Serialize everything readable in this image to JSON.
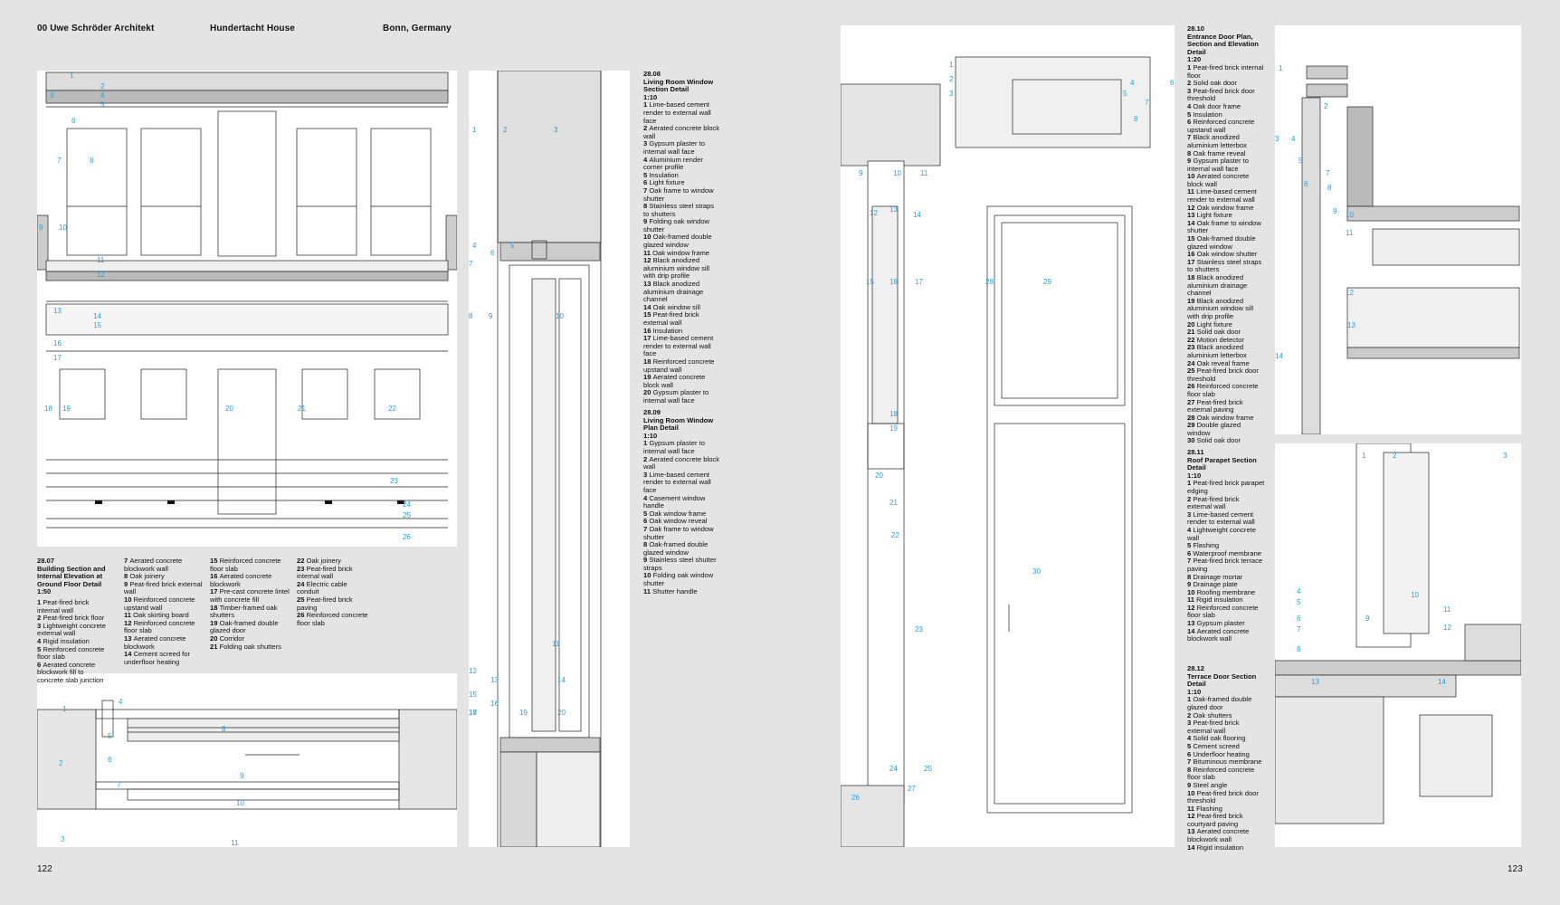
{
  "header": {
    "practice": "00 Uwe Schröder Architekt",
    "project": "Hundertacht House",
    "location": "Bonn, Germany"
  },
  "pages": {
    "left": "122",
    "right": "123"
  },
  "captions": [
    {
      "id": "c2807",
      "title": "28.07\nBuilding Section and Internal Elevation at Ground Floor Detail\n1:50",
      "items": [
        "1 Peat-fired brick internal wall",
        "2 Peat-fired brick floor",
        "3 Lightweight concrete external wall",
        "4 Rigid insulation",
        "5 Reinforced concrete floor slab",
        "6 Aerated concrete blockwork fill to concrete slab junction",
        "7 Aerated concrete blockwork wall",
        "8 Oak joinery",
        "9 Peat-fired brick external wall",
        "10 Reinforced concrete upstand wall",
        "11 Oak skirting board",
        "12 Reinforced concrete floor slab",
        "13 Aerated concrete blockwork",
        "14 Cement screed for underfloor heating",
        "15 Reinforced concrete floor slab",
        "16 Aerated concrete blockwork",
        "17 Pre-cast concrete lintel with concrete fill",
        "18 Timber-framed oak shutters",
        "19 Oak-framed double glazed door",
        "20 Corridor",
        "21 Folding oak shutters",
        "22 Oak joinery",
        "23 Peat-fired brick internal wall",
        "24 Electric cable conduit",
        "25 Peat-fired brick paving",
        "26 Reinforced concrete floor slab"
      ]
    },
    {
      "id": "c2808",
      "title": "28.08\nLiving Room Window Section Detail\n1:10",
      "items": [
        "1 Lime-based cement render to external wall face",
        "2 Aerated concrete block wall",
        "3 Gypsum plaster to internal wall face",
        "4 Aluminium render corner profile",
        "5 Insulation",
        "6 Light fixture",
        "7 Oak frame to window shutter",
        "8 Stainless steel straps to shutters",
        "9 Folding oak window shutter",
        "10 Oak-framed double glazed window",
        "11 Oak window frame",
        "12 Black anodized aluminium window sill with drip profile",
        "13 Black anodized aluminium drainage channel",
        "14 Oak window sill",
        "15 Peat-fired brick external wall",
        "16 Insulation",
        "17 Lime-based cement render to external wall face",
        "18 Reinforced concrete upstand wall",
        "19 Aerated concrete block wall",
        "20 Gypsum plaster to internal wall face"
      ]
    },
    {
      "id": "c2809",
      "title": "28.09\nLiving Room Window Plan Detail\n1:10",
      "items": [
        "1 Gypsum plaster to internal wall face",
        "2 Aerated concrete block wall",
        "3 Lime-based cement render to external wall face",
        "4 Casement window handle",
        "5 Oak window frame",
        "6 Oak window reveal",
        "7 Oak frame to window shutter",
        "8 Oak-framed double glazed window",
        "9 Stainless steel shutter straps",
        "10 Folding oak window shutter",
        "11 Shutter handle"
      ]
    },
    {
      "id": "c2810",
      "title": "28.10\nEntrance Door Plan, Section and Elevation Detail\n1:20",
      "items": [
        "1 Peat-fired brick internal floor",
        "2 Solid oak door",
        "3 Peat-fired brick door threshold",
        "4 Oak door frame",
        "5 Insulation",
        "6 Reinforced concrete upstand wall",
        "7 Black anodized aluminium letterbox",
        "8 Oak frame reveal",
        "9 Gypsum plaster to internal wall face",
        "10 Aerated concrete block wall",
        "11 Lime-based cement render to external wall",
        "12 Oak window frame",
        "13 Light fixture",
        "14 Oak frame to window shutter",
        "15 Oak-framed double glazed window",
        "16 Oak window shutter",
        "17 Stainless steel straps to shutters",
        "18 Black anodized aluminium drainage channel",
        "19 Black anodized aluminium window sill with drip profile",
        "20 Light fixture",
        "21 Solid oak door",
        "22 Motion detector",
        "23 Black anodized aluminium letterbox",
        "24 Oak reveal frame",
        "25 Peat-fired brick door threshold",
        "26 Reinforced concrete floor slab",
        "27 Peat-fired brick external paving",
        "28 Oak window frame",
        "29 Double glazed window",
        "30 Solid oak door"
      ]
    },
    {
      "id": "c2811",
      "title": "28.11\nRoof Parapet Section Detail\n1:10",
      "items": [
        "1 Peat-fired brick parapet edging",
        "2 Peat-fired brick external wall",
        "3 Lime-based cement render to external wall",
        "4 Lightweight concrete wall",
        "5 Flashing",
        "6 Waterproof membrane",
        "7 Peat-fired brick terrace paving",
        "8 Drainage mortar",
        "9 Drainage plate",
        "10 Roofing membrane",
        "11 Rigid insulation",
        "12 Reinforced concrete floor slab",
        "13 Gypsum plaster",
        "14 Aerated concrete blockwork wall"
      ]
    },
    {
      "id": "c2812",
      "title": "28.12\nTerrace Door Section Detail\n1:10",
      "items": [
        "1 Oak-framed double glazed door",
        "2 Oak shutters",
        "3 Peat-fired brick external wall",
        "4 Solid oak flooring",
        "5 Cement screed",
        "6 Underfloor heating",
        "7 Bituminous membrane",
        "8 Reinforced concrete floor slab",
        "9 Steel angle",
        "10 Peat-fired brick door threshold",
        "11 Flashing",
        "12 Peat-fired brick courtyard paving",
        "13 Aerated concrete blockwork wall",
        "14 Rigid insulation"
      ]
    }
  ],
  "callouts": {
    "p_section": [
      "1",
      "2",
      "3",
      "4",
      "5",
      "6",
      "7",
      "8",
      "9",
      "10",
      "11",
      "12"
    ],
    "p_elev": [
      "13",
      "14",
      "15",
      "16",
      "17",
      "18",
      "19",
      "20",
      "21",
      "22",
      "23",
      "24",
      "25",
      "26"
    ],
    "p_plan": [
      "1",
      "2",
      "3",
      "4",
      "5",
      "6",
      "7",
      "8",
      "9",
      "10",
      "11"
    ],
    "p_window": [
      "1",
      "2",
      "3",
      "4",
      "5",
      "6",
      "7",
      "8",
      "9",
      "10",
      "11",
      "12",
      "13",
      "14",
      "15",
      "16",
      "17",
      "18",
      "19",
      "20"
    ],
    "p_doorplan": [
      "1",
      "2",
      "3",
      "4",
      "5",
      "6",
      "7",
      "8"
    ],
    "p_doorsec": [
      "9",
      "10",
      "11",
      "12",
      "13",
      "14",
      "15",
      "16",
      "17",
      "18",
      "19",
      "20",
      "21",
      "22",
      "23",
      "24",
      "25",
      "26",
      "27"
    ],
    "p_doorelev": [
      "28",
      "29",
      "30"
    ],
    "p_parapet": [
      "1",
      "2",
      "3",
      "4",
      "5",
      "6",
      "7",
      "8",
      "9",
      "10",
      "11",
      "12",
      "13",
      "14"
    ],
    "p_terrace": [
      "1",
      "2",
      "3",
      "4",
      "5",
      "6",
      "7",
      "8",
      "9",
      "10",
      "11",
      "12",
      "13",
      "14"
    ]
  }
}
